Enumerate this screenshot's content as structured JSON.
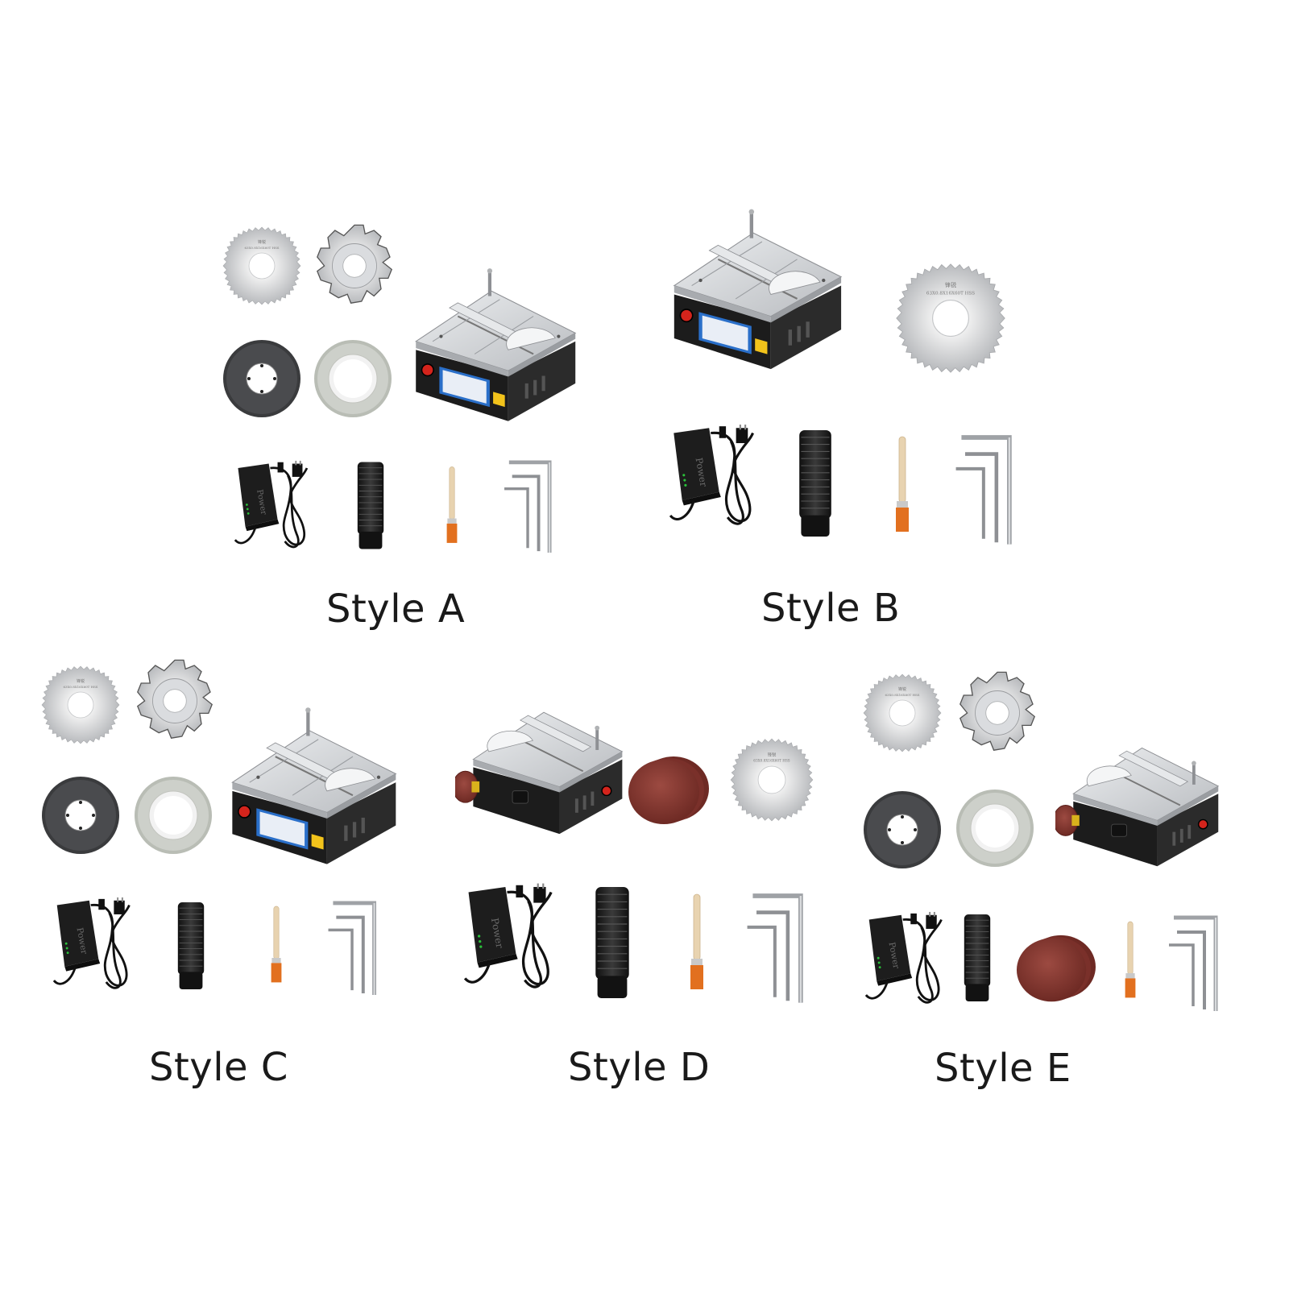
{
  "styles": [
    {
      "label": "Style A"
    },
    {
      "label": "Style B"
    },
    {
      "label": "Style C"
    },
    {
      "label": "Style D"
    },
    {
      "label": "Style E"
    }
  ],
  "colors": {
    "steel": "#c9cacc",
    "steel_dark": "#8e9094",
    "black": "#1c1c1c",
    "grinding_disc": "#3a3b3d",
    "diamond_disc": "#c9ccc6",
    "sandpaper": "#8a3a32",
    "brush_handle": "#e8d3b0",
    "brush_bristle": "#e2701f",
    "red_switch": "#d4241c"
  },
  "icons": {
    "saw_blade": "circular-saw-blade-icon",
    "tooth_blade": "carbide-tooth-blade-icon",
    "grinding_disc": "grinding-disc-icon",
    "diamond_disc": "diamond-cutting-disc-icon",
    "table_saw": "mini-table-saw-icon",
    "power_adapter": "power-adapter-icon",
    "dust_hose": "dust-hose-icon",
    "brush": "cleaning-brush-icon",
    "hex_keys": "hex-key-set-icon",
    "sandpaper": "sanding-disc-stack-icon"
  }
}
